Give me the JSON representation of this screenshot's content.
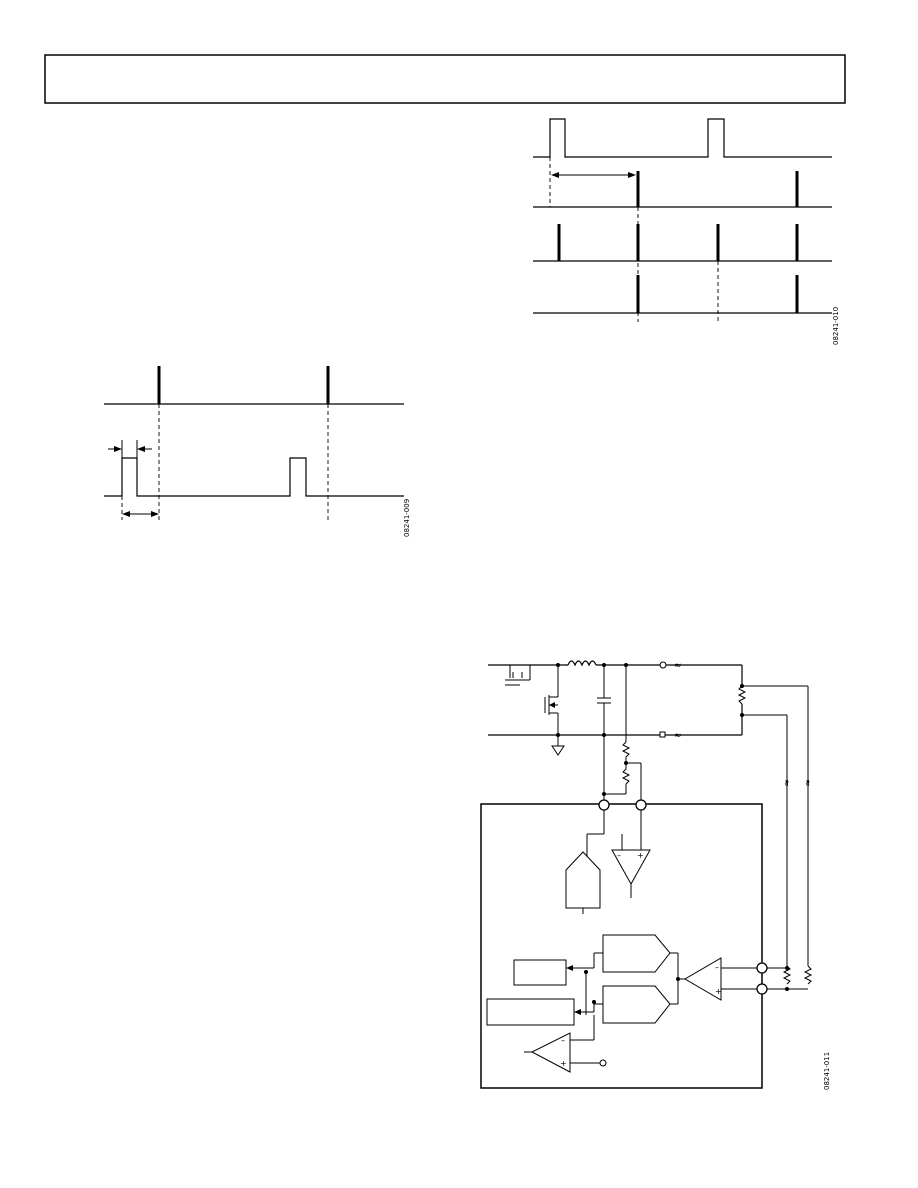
{
  "page": {
    "header_box": "",
    "background": "#ffffff",
    "ink_color": "#000000"
  },
  "figures": [
    {
      "id": "fig-top-timing",
      "ref": "08241-010"
    },
    {
      "id": "fig-left-timing",
      "ref": "08241-009"
    },
    {
      "id": "fig-block-diagram",
      "ref": "08241-011"
    }
  ]
}
